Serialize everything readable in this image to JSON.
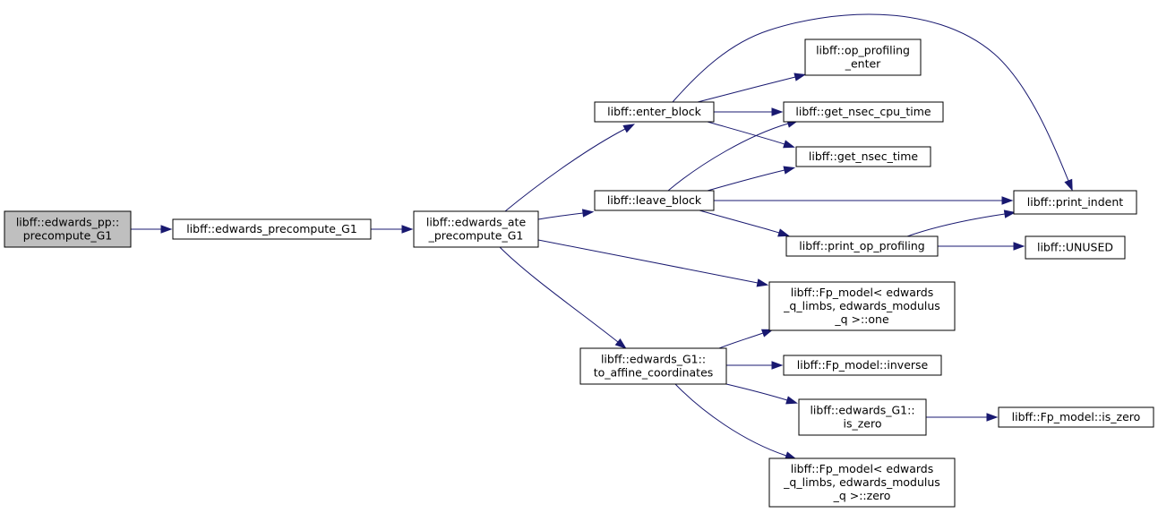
{
  "colors": {
    "edge": "#191970",
    "root_fill": "#bfbfbf",
    "node_fill": "#ffffff",
    "node_border": "#000000"
  },
  "nodes": [
    {
      "id": "precompute_G1",
      "lines": [
        "libff::edwards_pp::",
        "precompute_G1"
      ]
    },
    {
      "id": "edwards_precompute_G1",
      "lines": [
        "libff::edwards_precompute_G1"
      ]
    },
    {
      "id": "edwards_ate_precompute_G1",
      "lines": [
        "libff::edwards_ate",
        "_precompute_G1"
      ]
    },
    {
      "id": "enter_block",
      "lines": [
        "libff::enter_block"
      ]
    },
    {
      "id": "leave_block",
      "lines": [
        "libff::leave_block"
      ]
    },
    {
      "id": "to_affine_coordinates",
      "lines": [
        "libff::edwards_G1::",
        "to_affine_coordinates"
      ]
    },
    {
      "id": "op_profiling_enter",
      "lines": [
        "libff::op_profiling",
        "_enter"
      ]
    },
    {
      "id": "get_nsec_cpu_time",
      "lines": [
        "libff::get_nsec_cpu_time"
      ]
    },
    {
      "id": "get_nsec_time",
      "lines": [
        "libff::get_nsec_time"
      ]
    },
    {
      "id": "print_op_profiling",
      "lines": [
        "libff::print_op_profiling"
      ]
    },
    {
      "id": "fp_one",
      "lines": [
        "libff::Fp_model< edwards",
        "_q_limbs, edwards_modulus",
        "_q >::one"
      ]
    },
    {
      "id": "fp_inverse",
      "lines": [
        "libff::Fp_model::inverse"
      ]
    },
    {
      "id": "g1_is_zero",
      "lines": [
        "libff::edwards_G1::",
        "is_zero"
      ]
    },
    {
      "id": "fp_zero",
      "lines": [
        "libff::Fp_model< edwards",
        "_q_limbs, edwards_modulus",
        "_q >::zero"
      ]
    },
    {
      "id": "print_indent",
      "lines": [
        "libff::print_indent"
      ]
    },
    {
      "id": "unused",
      "lines": [
        "libff::UNUSED"
      ]
    },
    {
      "id": "fp_is_zero",
      "lines": [
        "libff::Fp_model::is_zero"
      ]
    }
  ],
  "edges": [
    {
      "from": "precompute_G1",
      "to": "edwards_precompute_G1"
    },
    {
      "from": "edwards_precompute_G1",
      "to": "edwards_ate_precompute_G1"
    },
    {
      "from": "edwards_ate_precompute_G1",
      "to": "enter_block"
    },
    {
      "from": "edwards_ate_precompute_G1",
      "to": "leave_block"
    },
    {
      "from": "edwards_ate_precompute_G1",
      "to": "to_affine_coordinates"
    },
    {
      "from": "edwards_ate_precompute_G1",
      "to": "fp_one"
    },
    {
      "from": "enter_block",
      "to": "op_profiling_enter"
    },
    {
      "from": "enter_block",
      "to": "get_nsec_cpu_time"
    },
    {
      "from": "enter_block",
      "to": "get_nsec_time"
    },
    {
      "from": "enter_block",
      "to": "print_indent"
    },
    {
      "from": "leave_block",
      "to": "get_nsec_cpu_time"
    },
    {
      "from": "leave_block",
      "to": "get_nsec_time"
    },
    {
      "from": "leave_block",
      "to": "print_indent"
    },
    {
      "from": "leave_block",
      "to": "print_op_profiling"
    },
    {
      "from": "print_op_profiling",
      "to": "print_indent"
    },
    {
      "from": "print_op_profiling",
      "to": "unused"
    },
    {
      "from": "to_affine_coordinates",
      "to": "fp_one"
    },
    {
      "from": "to_affine_coordinates",
      "to": "fp_inverse"
    },
    {
      "from": "to_affine_coordinates",
      "to": "g1_is_zero"
    },
    {
      "from": "to_affine_coordinates",
      "to": "fp_zero"
    },
    {
      "from": "g1_is_zero",
      "to": "fp_is_zero"
    }
  ]
}
